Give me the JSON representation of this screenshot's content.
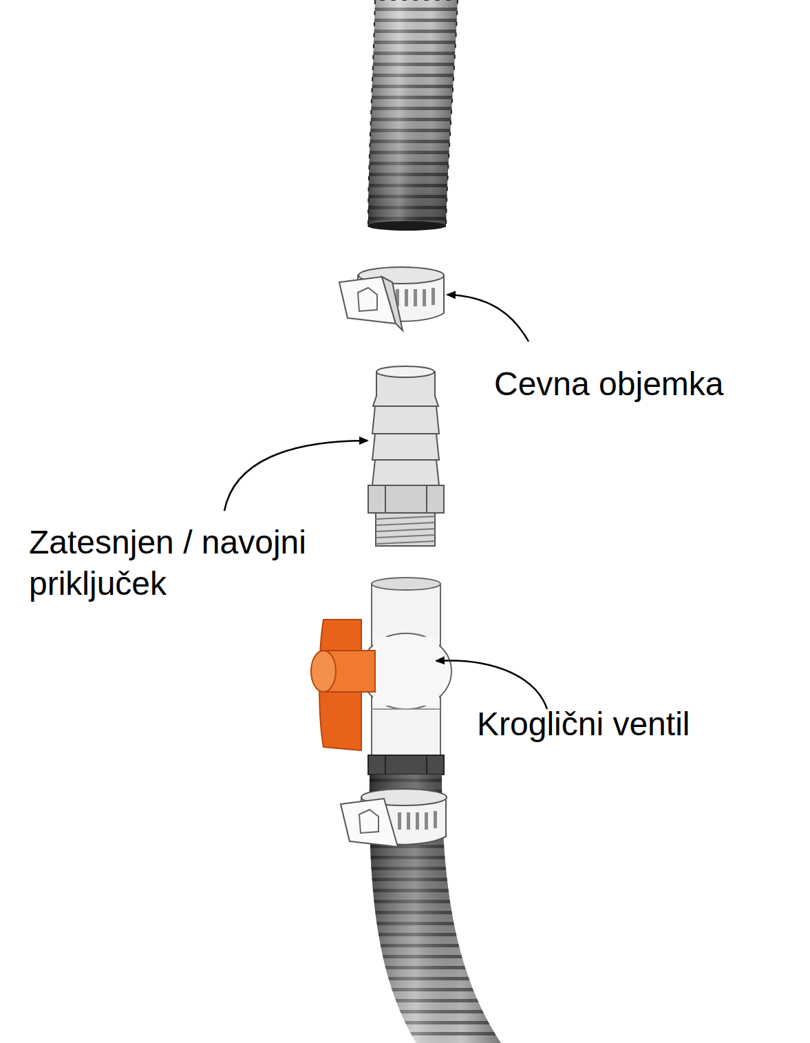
{
  "diagram": {
    "labels": [
      "Cevna objemka",
      "Zatesnjen / navojni priključek",
      "Kroglični ventil"
    ]
  }
}
